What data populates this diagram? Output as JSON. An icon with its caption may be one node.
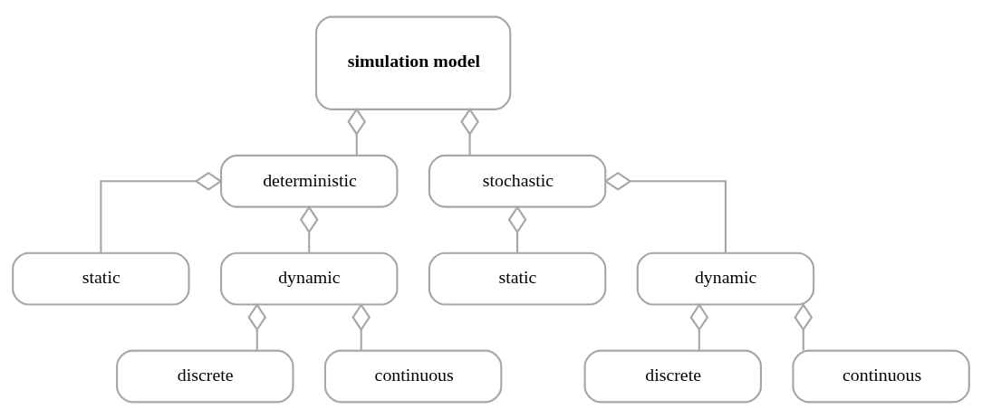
{
  "diagram": {
    "nodes": [
      {
        "text": [
          "simulation model"
        ]
      },
      {
        "text": [
          "deterministic"
        ]
      },
      {
        "text": [
          "stochastic"
        ]
      },
      {
        "text": [
          "static"
        ]
      },
      {
        "text": [
          "dynamic"
        ]
      },
      {
        "text": [
          "static"
        ]
      },
      {
        "text": [
          "dynamic"
        ]
      },
      {
        "text": [
          "discrete"
        ]
      },
      {
        "text": [
          "continuous"
        ]
      },
      {
        "text": [
          "discrete"
        ]
      },
      {
        "text": [
          "continuous"
        ]
      }
    ],
    "edges": [
      {
        "from": 0,
        "to": 1,
        "arrow": "other"
      },
      {
        "from": 0,
        "to": 2,
        "arrow": "other"
      },
      {
        "from": 1,
        "to": 3,
        "arrow": "other"
      },
      {
        "from": 1,
        "to": 4,
        "arrow": "other"
      },
      {
        "from": 2,
        "to": 5,
        "arrow": "other"
      },
      {
        "from": 2,
        "to": 6,
        "arrow": "other"
      },
      {
        "from": 4,
        "to": 7,
        "arrow": "other"
      },
      {
        "from": 4,
        "to": 8,
        "arrow": "other"
      },
      {
        "from": 6,
        "to": 9,
        "arrow": "other"
      },
      {
        "from": 6,
        "to": 10,
        "arrow": "other"
      }
    ]
  }
}
